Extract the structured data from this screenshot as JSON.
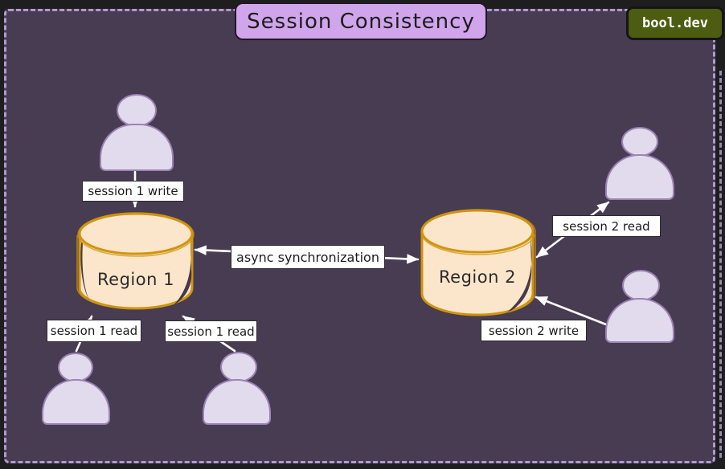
{
  "title": "Session Consistency",
  "watermark": "bool.dev",
  "diagram": {
    "regions": [
      {
        "id": "region1",
        "label": "Region 1"
      },
      {
        "id": "region2",
        "label": "Region 2"
      }
    ],
    "users": [
      "user-top-left",
      "user-bottom-left-1",
      "user-bottom-left-2",
      "user-top-right",
      "user-bottom-right"
    ],
    "edges": [
      {
        "label": "session 1 write",
        "from": "user-top-left",
        "to": "region1",
        "bidirectional": false
      },
      {
        "label": "session 1 read",
        "from": "user-bottom-left-1",
        "to": "region1",
        "bidirectional": false
      },
      {
        "label": "session 1 read",
        "from": "user-bottom-left-2",
        "to": "region1",
        "bidirectional": false
      },
      {
        "label": "async synchronization",
        "from": "region1",
        "to": "region2",
        "bidirectional": true
      },
      {
        "label": "session 2 read",
        "from": "user-top-right",
        "to": "region2",
        "bidirectional": true
      },
      {
        "label": "session 2 write",
        "from": "user-bottom-right",
        "to": "region2",
        "bidirectional": false
      }
    ]
  },
  "colors": {
    "background": "#1e1e1e",
    "panel": "#483c53",
    "panel_border": "#b29ad0",
    "title_bg": "#d0a5ec",
    "badge_bg": "#4c5c10",
    "cylinder_fill": "#fce6cb",
    "cylinder_stroke": "#d0940e",
    "user_fill": "#e2dbed",
    "user_stroke": "#9d82b5",
    "label_bg": "#ffffff",
    "arrow": "#ffffff",
    "text": "#1d1d1d"
  }
}
